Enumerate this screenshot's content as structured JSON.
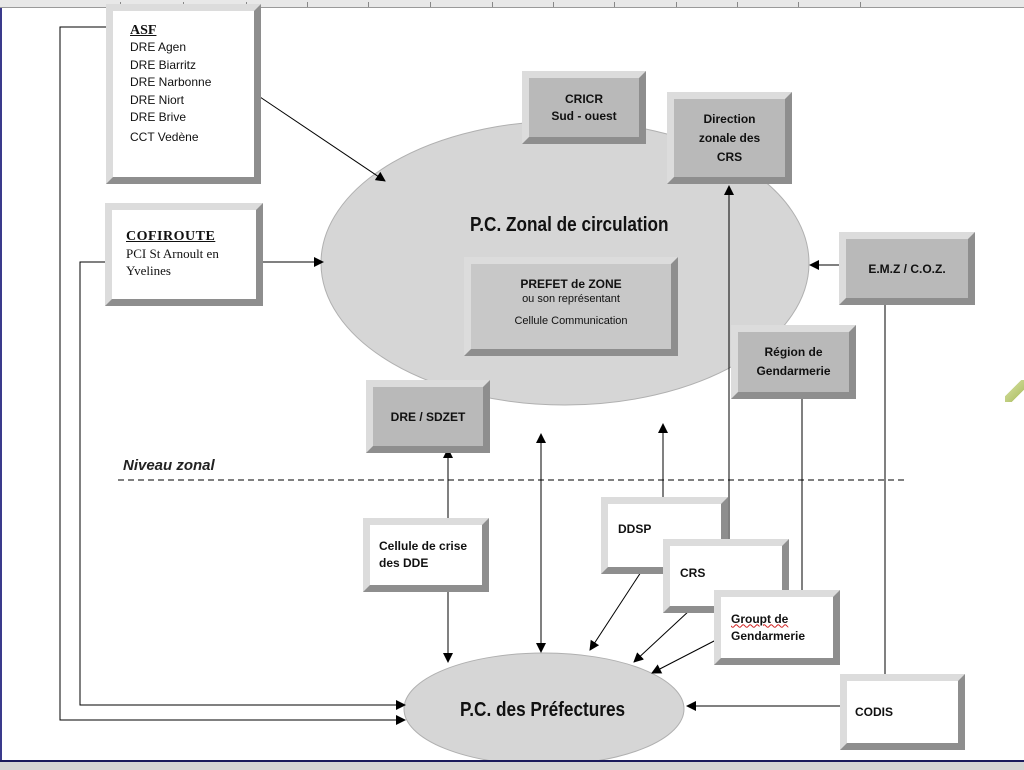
{
  "diagram": {
    "title_zonal": "P.C. Zonal de circulation",
    "title_prefectures": "P.C. des Préfectures",
    "level_label": "Niveau zonal",
    "asf": {
      "heading": "ASF",
      "lines": [
        "DRE Agen",
        "DRE Biarritz",
        "DRE Narbonne",
        "DRE Niort",
        "DRE Brive",
        "CCT Vedène"
      ]
    },
    "cofiroute": {
      "heading": "COFIROUTE",
      "line1": "PCI St Arnoult en",
      "line2": "Yvelines"
    },
    "cricr": {
      "line1": "CRICR",
      "line2": "Sud - ouest"
    },
    "direction_crs": {
      "line1": "Direction",
      "line2": "zonale des",
      "line3": "CRS"
    },
    "emz": "E.M.Z  / C.O.Z.",
    "prefet": {
      "line1": "PREFET de ZONE",
      "line2": "ou son représentant",
      "line3": "Cellule Communication"
    },
    "region_gendarmerie": {
      "line1": "Région de",
      "line2": "Gendarmerie"
    },
    "dre_sdzet": "DRE / SDZET",
    "cellule_crise": {
      "line1": "Cellule de crise",
      "line2": "des DDE"
    },
    "ddsp": "DDSP",
    "crs": "CRS",
    "groupt": {
      "line1": "Groupt de",
      "line2": "Gendarmerie"
    },
    "codis": "CODIS"
  }
}
